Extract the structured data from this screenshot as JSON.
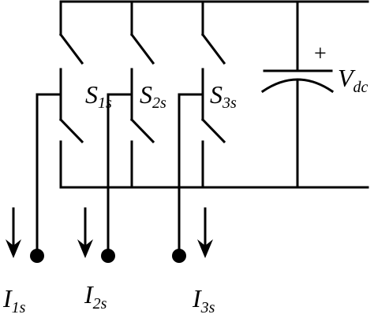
{
  "switches": [
    {
      "name": "S",
      "sub": "1s"
    },
    {
      "name": "S",
      "sub": "2s"
    },
    {
      "name": "S",
      "sub": "3s"
    }
  ],
  "capacitor": {
    "name": "V",
    "sub": "dc",
    "polarity": "+"
  },
  "currents": [
    {
      "name": "I",
      "sub": "1s"
    },
    {
      "name": "I",
      "sub": "2s"
    },
    {
      "name": "I",
      "sub": "3s"
    }
  ]
}
